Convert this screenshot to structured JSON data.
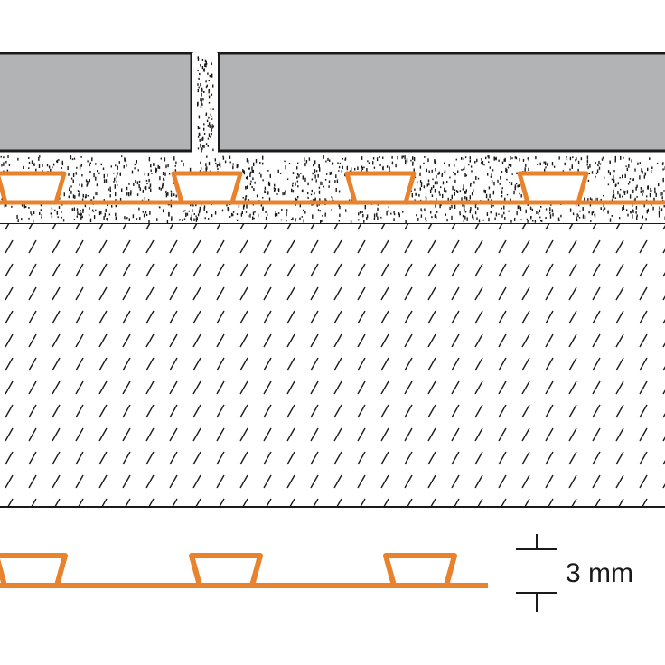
{
  "diagram": {
    "dimension_label": "3 mm",
    "colors": {
      "tile": "#b1b3b5",
      "outline": "#1a1a1a",
      "membrane": "#e8822d",
      "mortar_fill": "#ffffff",
      "background": "#ffffff"
    },
    "layers": [
      "tile-row",
      "grout-joint",
      "thinset-mortar",
      "uncoupling-membrane",
      "substrate"
    ]
  }
}
